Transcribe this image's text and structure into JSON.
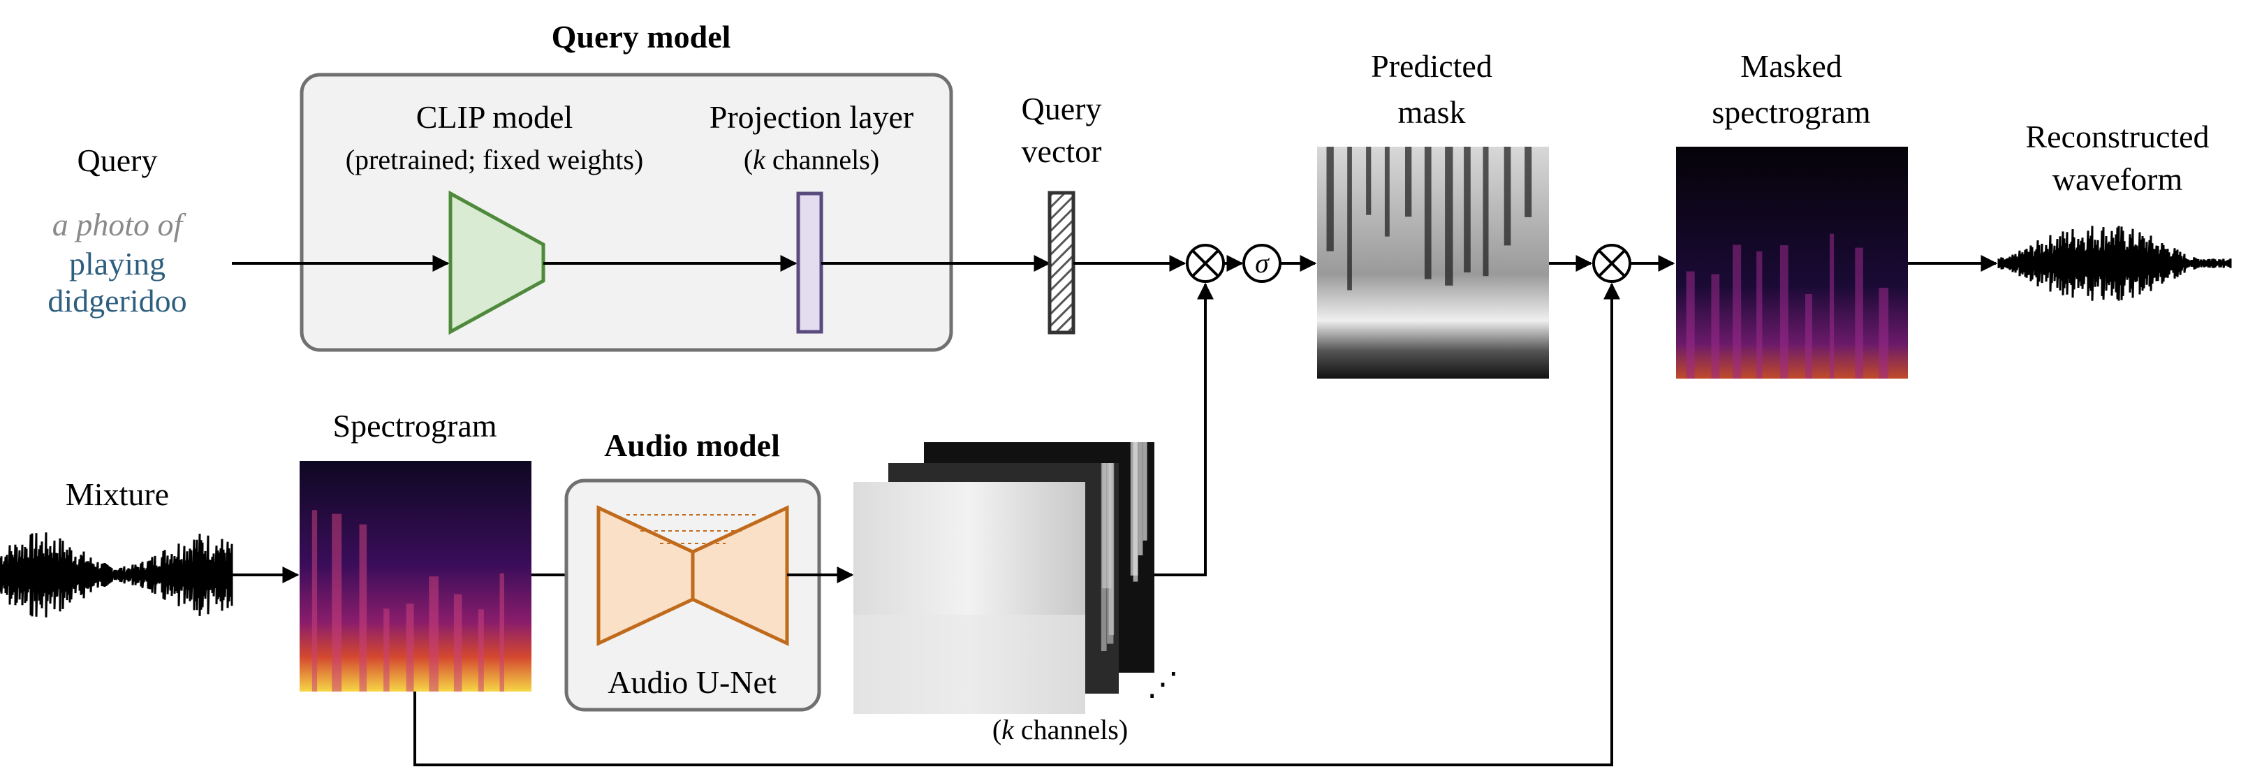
{
  "colors": {
    "query_box_fill": "#f2f2f2",
    "box_stroke": "#707070",
    "clip_fill": "#d9ecd3",
    "clip_stroke": "#4f8a3c",
    "projection_fill": "#e4dcef",
    "projection_stroke": "#5a4b7e",
    "unet_fill": "#fbe0c8",
    "unet_stroke": "#c06a1c",
    "query_prefix": "#8a8a8a",
    "query_text": "#2f5f7f",
    "spectrogram_dark": "#0e0822",
    "spectrogram_bright": "#f6d646"
  },
  "query_model": {
    "title": "Query model",
    "clip_title": "CLIP model",
    "clip_sub": "(pretrained; fixed weights)",
    "projection_title": "Projection layer",
    "projection_sub_var": "k",
    "projection_sub_rest": " channels)"
  },
  "query": {
    "label": "Query",
    "prefix": "a photo of",
    "line1": "playing",
    "line2": "didgeridoo"
  },
  "query_vector": {
    "line1": "Query",
    "line2": "vector"
  },
  "sigma": "σ",
  "predicted_mask": {
    "line1": "Predicted",
    "line2": "mask"
  },
  "masked_spectrogram": {
    "line1": "Masked",
    "line2": "spectrogram"
  },
  "reconstructed": {
    "line1": "Reconstructed",
    "line2": "waveform"
  },
  "mixture": {
    "label": "Mixture"
  },
  "spectrogram": {
    "label": "Spectrogram"
  },
  "audio_model": {
    "title": "Audio model",
    "unet_label": "Audio U-Net"
  },
  "channels_label": {
    "var": "k",
    "rest": " channels)"
  },
  "ellipsis": "⋰"
}
